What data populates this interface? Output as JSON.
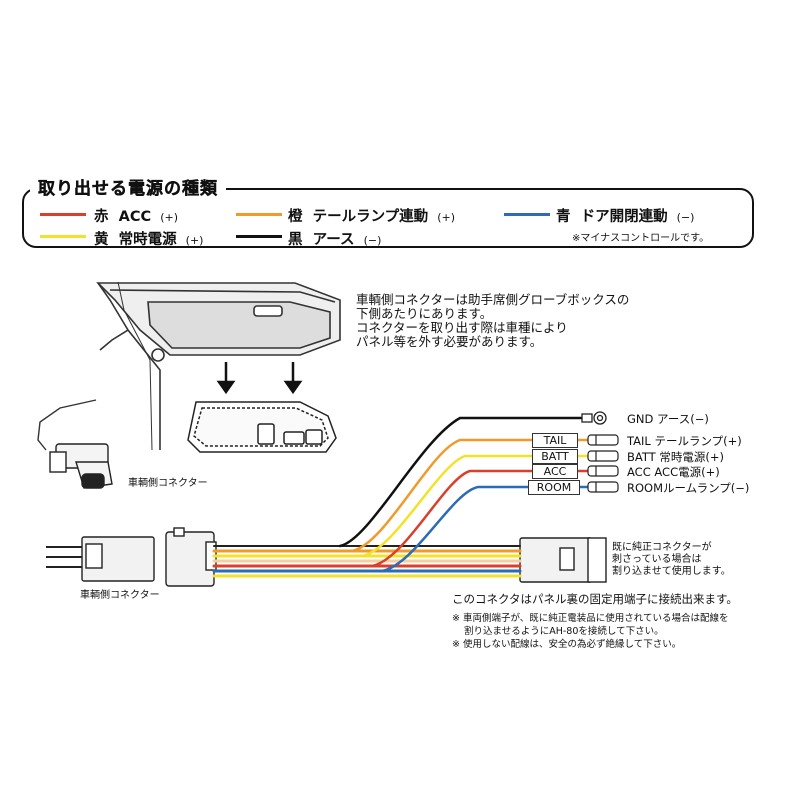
{
  "legend": {
    "title": "取り出せる電源の種類",
    "items": [
      {
        "color_name": "赤",
        "function": "ACC",
        "sign": "(+)",
        "color": "#d8402c"
      },
      {
        "color_name": "黄",
        "function": "常時電源",
        "sign": "(+)",
        "color": "#f2e22a"
      },
      {
        "color_name": "橙",
        "function": "テールランプ連動",
        "sign": "(+)",
        "color": "#ef9a2b"
      },
      {
        "color_name": "黒",
        "function": "アース",
        "sign": "(−)",
        "color": "#111111"
      },
      {
        "color_name": "青",
        "function": "ドア開閉連動",
        "sign": "(−)",
        "color": "#2c6cb4"
      }
    ],
    "note": "※マイナスコントロールです。"
  },
  "vehicle": {
    "description": [
      "車輌側コネクターは助手席側グローブボックスの",
      "下側あたりにあります。",
      "コネクターを取り出す際は車種により",
      "パネル等を外す必要があります。"
    ],
    "connector_label_top": "車輌側コネクター",
    "connector_label_bottom": "車輌側コネクター"
  },
  "terminals": [
    {
      "tag": "",
      "label": "GND アース(−)",
      "color": "#111111"
    },
    {
      "tag": "TAIL",
      "label": "TAIL テールランプ(+)",
      "color": "#ef9a2b"
    },
    {
      "tag": "BATT",
      "label": "BATT 常時電源(+)",
      "color": "#f2e22a"
    },
    {
      "tag": "ACC",
      "label": "ACC ACC電源(+)",
      "color": "#d8402c"
    },
    {
      "tag": "ROOM",
      "label": "ROOMルームランプ(−)",
      "color": "#2c6cb4"
    }
  ],
  "oem_note": [
    "既に純正コネクターが",
    "刺さっている場合は",
    "割り込ませて使用します。"
  ],
  "fixed_terminal_note": "このコネクタはパネル裏の固定用端子に接続出来ます。",
  "footnotes": [
    "※ 車両側端子が、既に純正電装品に使用されている場合は配線を",
    "割り込ませるようにAH-80を接続して下さい。",
    "※ 使用しない配線は、安全の為必ず絶縁して下さい。"
  ]
}
